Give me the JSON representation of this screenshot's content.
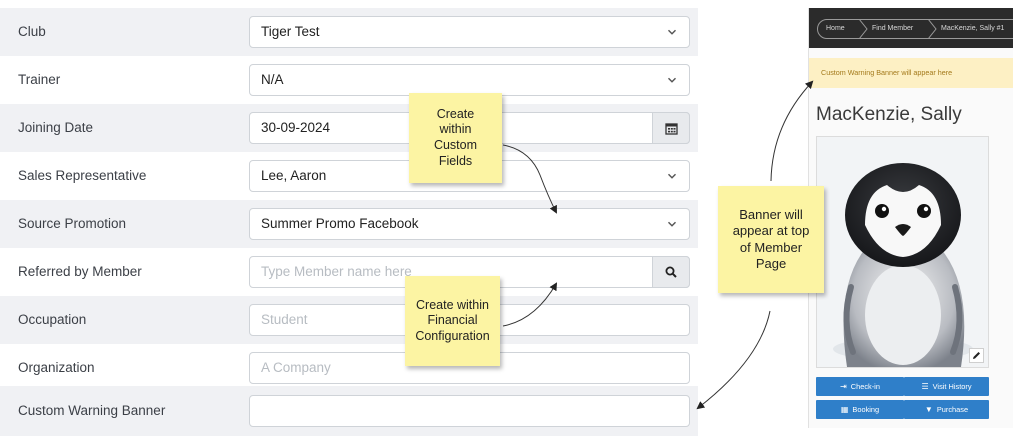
{
  "form": {
    "rows": [
      {
        "label": "Club",
        "value": "Tiger Test",
        "placeholder": "",
        "control": "select"
      },
      {
        "label": "Trainer",
        "value": "N/A",
        "placeholder": "",
        "control": "select"
      },
      {
        "label": "Joining Date",
        "value": "30-09-2024",
        "placeholder": "",
        "control": "date"
      },
      {
        "label": "Sales Representative",
        "value": "Lee, Aaron",
        "placeholder": "",
        "control": "select"
      },
      {
        "label": "Source Promotion",
        "value": "Summer Promo Facebook",
        "placeholder": "",
        "control": "select"
      },
      {
        "label": "Referred by Member",
        "value": "",
        "placeholder": "Type Member name here",
        "control": "search"
      },
      {
        "label": "Occupation",
        "value": "",
        "placeholder": "Student",
        "control": "text"
      },
      {
        "label": "Organization",
        "value": "",
        "placeholder": "A Company",
        "control": "text"
      },
      {
        "label": "Custom Warning Banner",
        "value": "",
        "placeholder": "",
        "control": "text"
      }
    ]
  },
  "notes": {
    "custom_fields": "Create\nwithin\nCustom\nFields",
    "financial": "Create within\nFinancial\nConfiguration",
    "banner": "Banner will\nappear at top\nof Member\nPage"
  },
  "member_page": {
    "breadcrumb": {
      "home": "Home",
      "find_member": "Find Member",
      "current": "MacKenzie, Sally #1"
    },
    "warning_banner": "Custom Warning Banner will appear here",
    "member_name": "MacKenzie, Sally",
    "buttons": {
      "checkin": "Check-in",
      "visit_history": "Visit History",
      "booking": "Booking",
      "purchase": "Purchase"
    }
  },
  "colors": {
    "note": "#fcf4a3",
    "button": "#2f7fc9",
    "banner_bg": "#fdf0c4",
    "banner_text": "#a3791a",
    "breadcrumb_bg": "#2b2b2b"
  },
  "icons": {
    "select": "chevron-down-icon",
    "date": "calendar-icon",
    "search": "search-icon",
    "edit": "pencil-icon",
    "checkin": "login-icon",
    "visit_history": "history-icon",
    "booking": "calendar-icon",
    "purchase": "cart-icon"
  }
}
